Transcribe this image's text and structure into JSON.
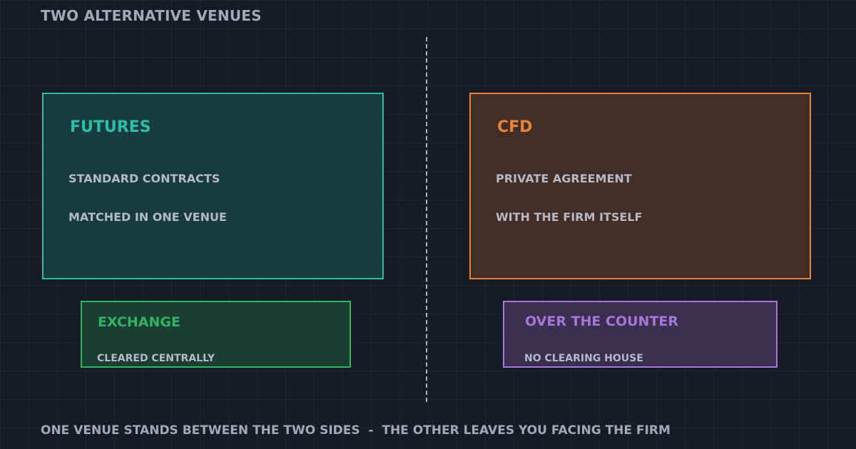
{
  "title": "TWO ALTERNATIVE VENUES",
  "left": {
    "card": {
      "heading": "FUTURES",
      "lines": [
        "STANDARD CONTRACTS",
        "MATCHED IN ONE VENUE"
      ],
      "accent": "#2bbfa8"
    },
    "venue": {
      "heading": "EXCHANGE",
      "line": "CLEARED CENTRALLY",
      "accent": "#2fb463"
    }
  },
  "right": {
    "card": {
      "heading": "CFD",
      "lines": [
        "PRIVATE AGREEMENT",
        "WITH THE FIRM ITSELF"
      ],
      "accent": "#e8843a"
    },
    "venue": {
      "heading": "OVER THE COUNTER",
      "line": "NO CLEARING HOUSE",
      "accent": "#a875db"
    }
  },
  "footer": "ONE VENUE STANDS BETWEEN THE TWO SIDES  -  THE OTHER LEAVES YOU FACING THE FIRM"
}
